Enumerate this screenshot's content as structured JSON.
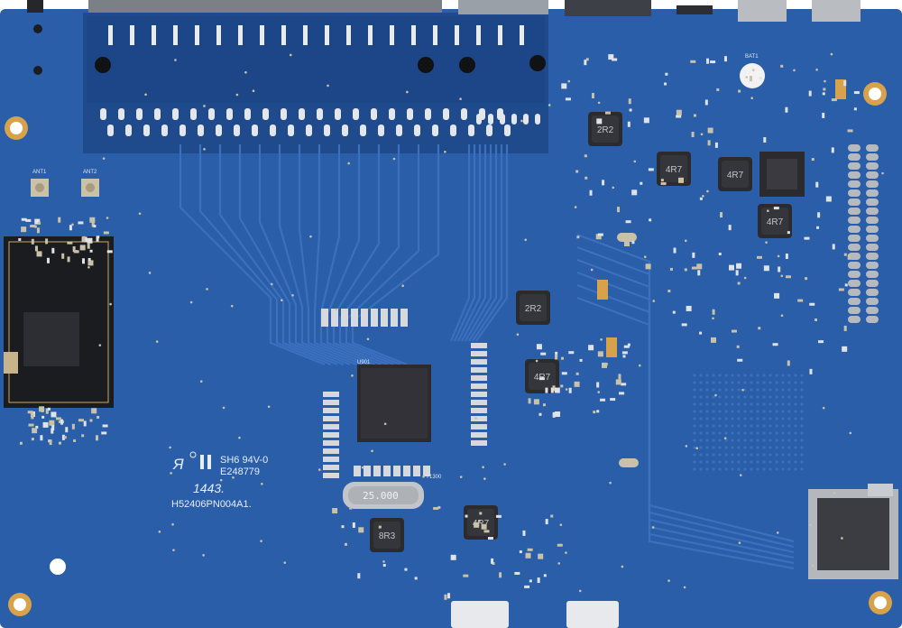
{
  "board": {
    "colors": {
      "pcb": "#2a5ea8",
      "pcb_dark": "#1f4a8c",
      "copper": "#c9c2a8",
      "gold": "#d8a24a",
      "chip": "#2b2b2e",
      "silk": "#e8eef5"
    },
    "markings": {
      "ul_line": "SH6 94V-0",
      "ul_number": "E248779",
      "date_code": "1443.",
      "part_number": "H52406PN004A1."
    },
    "labels": {
      "ant1": "ANT1",
      "ant2": "ANT2",
      "bat1": "BAT1",
      "crystal": "25.000",
      "crystal_ref": "Y1300",
      "cpu_ref": "U901",
      "inductors": [
        "2R2",
        "4R7",
        "4R7",
        "4R7",
        "2R2",
        "4R7",
        "8R3",
        "4R7"
      ]
    },
    "icons": [
      "ul-recognized-mark",
      "mounting-hole"
    ]
  }
}
